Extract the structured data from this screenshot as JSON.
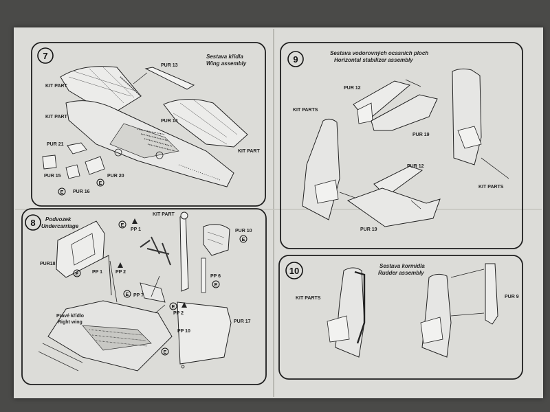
{
  "panels": {
    "p7": {
      "number": "7",
      "title_cz": "Sestava křídla",
      "title_en": "Wing assembly",
      "labels": {
        "pur13": "PUR 13",
        "kit1": "KIT PART",
        "kit2": "KIT PART",
        "pur14": "PUR 14",
        "kit3": "KIT PART",
        "pur21": "PUR 21",
        "pur15": "PUR 15",
        "pur16": "PUR 16",
        "pur20": "PUR 20",
        "e": "E"
      }
    },
    "p8": {
      "number": "8",
      "title_cz": "Podvozek",
      "title_en": "Undercarriage",
      "labels": {
        "e": "E",
        "pp1": "PP 1",
        "kit": "KIT PART",
        "pur10": "PUR 10",
        "pur18": "PUR18",
        "pp1b": "PP 1",
        "pp2": "PP 2",
        "pp7": "PP 7",
        "pp6": "PP 6",
        "pp2b": "PP 2",
        "pp10": "PP 10",
        "pur17": "PUR 17",
        "wing_cz": "Pravé křídlo",
        "wing_en": "Right wing"
      }
    },
    "p9": {
      "number": "9",
      "title_cz": "Sestava vodorovných ocasních ploch",
      "title_en": "Horizontal stabilizer assembly",
      "labels": {
        "pur12": "PUR 12",
        "kits": "KIT PARTS",
        "pur19": "PUR 19",
        "kits2": "KIT PARTS",
        "pur12b": "PUR 12",
        "pur19b": "PUR 19"
      }
    },
    "p10": {
      "number": "10",
      "title_cz": "Sestava kormidla",
      "title_en": "Rudder assembly",
      "labels": {
        "kits": "KIT PARTS",
        "pur9": "PUR 9"
      }
    }
  },
  "colors": {
    "paper": "#dcdcd8",
    "line": "#1e1e1e",
    "background": "#4a4a48"
  }
}
